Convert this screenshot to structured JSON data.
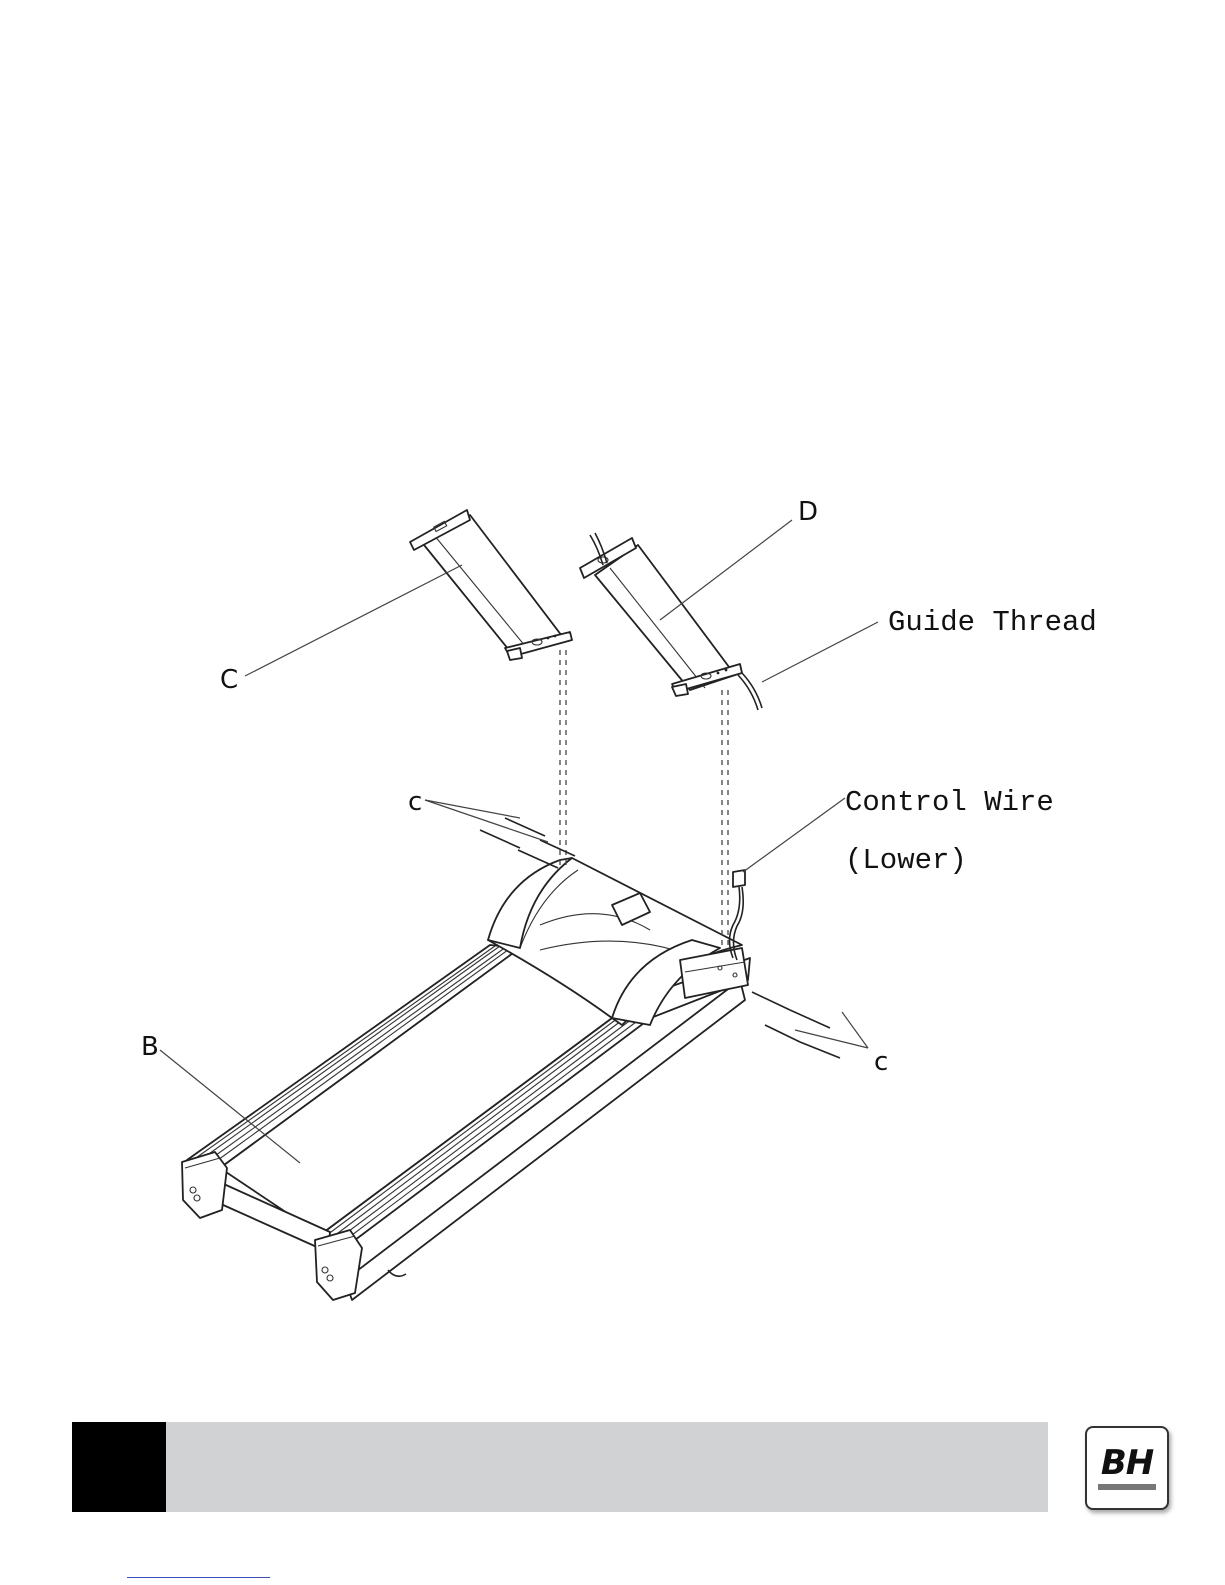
{
  "labels": {
    "part_b": "B",
    "part_c_upper": "C",
    "part_d": "D",
    "guide_thread": "Guide Thread",
    "bolts_left": "c",
    "bolts_right": "c",
    "control_wire_line1": "Control Wire",
    "control_wire_line2": "(Lower)"
  },
  "footer": {
    "logo_text": "BH"
  },
  "colors": {
    "footer_bar": "#d1d2d4",
    "footer_block": "#000000",
    "link_underline": "#3b4fb8"
  }
}
